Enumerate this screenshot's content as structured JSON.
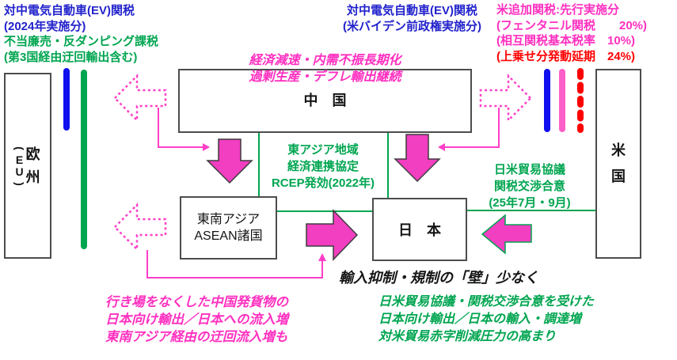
{
  "colors": {
    "blue": "#2222cc",
    "green": "#00a550",
    "magenta": "#ff2fc0",
    "red": "#ff0000",
    "arrow_fill": "#f23ec0",
    "pink_bar": "#ff5fc8",
    "blue_bar": "#1010ee"
  },
  "notes": {
    "top_left": {
      "l1": "対中電気自動車(EV)関税",
      "l2": "(2024年実施分)",
      "l3": "不当廉売・反ダンピング課税",
      "l4": "(第3国経由迂回輸出含む)"
    },
    "top_center": {
      "l1": "対中電気自動車(EV)関税",
      "l2": "(米バイデン前政権実施分)"
    },
    "top_right": {
      "l1": "米追加関税:先行実施分",
      "l2": "(フェンタニル関税　　20%)",
      "l3": "(相互関税基本税率　10%)",
      "l4": "(上乗せ分発動延期　24%)"
    },
    "china_status": {
      "l1": "経済減速・内需不振長期化",
      "l2": "過剰生産・デフレ輸出継続"
    },
    "rcep": {
      "l1": "東アジア地域",
      "l2": "経済連携協定",
      "l3": "RCEP発効(2022年)"
    },
    "us_japan": {
      "l1": "日米貿易協議",
      "l2": "関税交渉合意",
      "l3": "(25年7月・9月)"
    },
    "japan_wall": "輸入抑制・規制の「壁」少なく",
    "bottom_left": {
      "l1": "行き場をなくした中国発貨物の",
      "l2": "日本向け輸出／日本への流入増",
      "l3": "東南アジア経由の迂回流入増も"
    },
    "bottom_right": {
      "l1": "日米貿易協議・関税交渉合意を受けた",
      "l2": "日本向け輸出／日本の輸入・調達増",
      "l3": "対米貿易赤字削減圧力の高まり"
    }
  },
  "boxes": {
    "eu": {
      "abbr": "(EU)",
      "region": "欧州"
    },
    "china": {
      "label": "中　国"
    },
    "us": {
      "label": "米国"
    },
    "asean": {
      "l1": "東南アジア",
      "l2": "ASEAN諸国"
    },
    "japan": {
      "label": "日　本"
    }
  }
}
